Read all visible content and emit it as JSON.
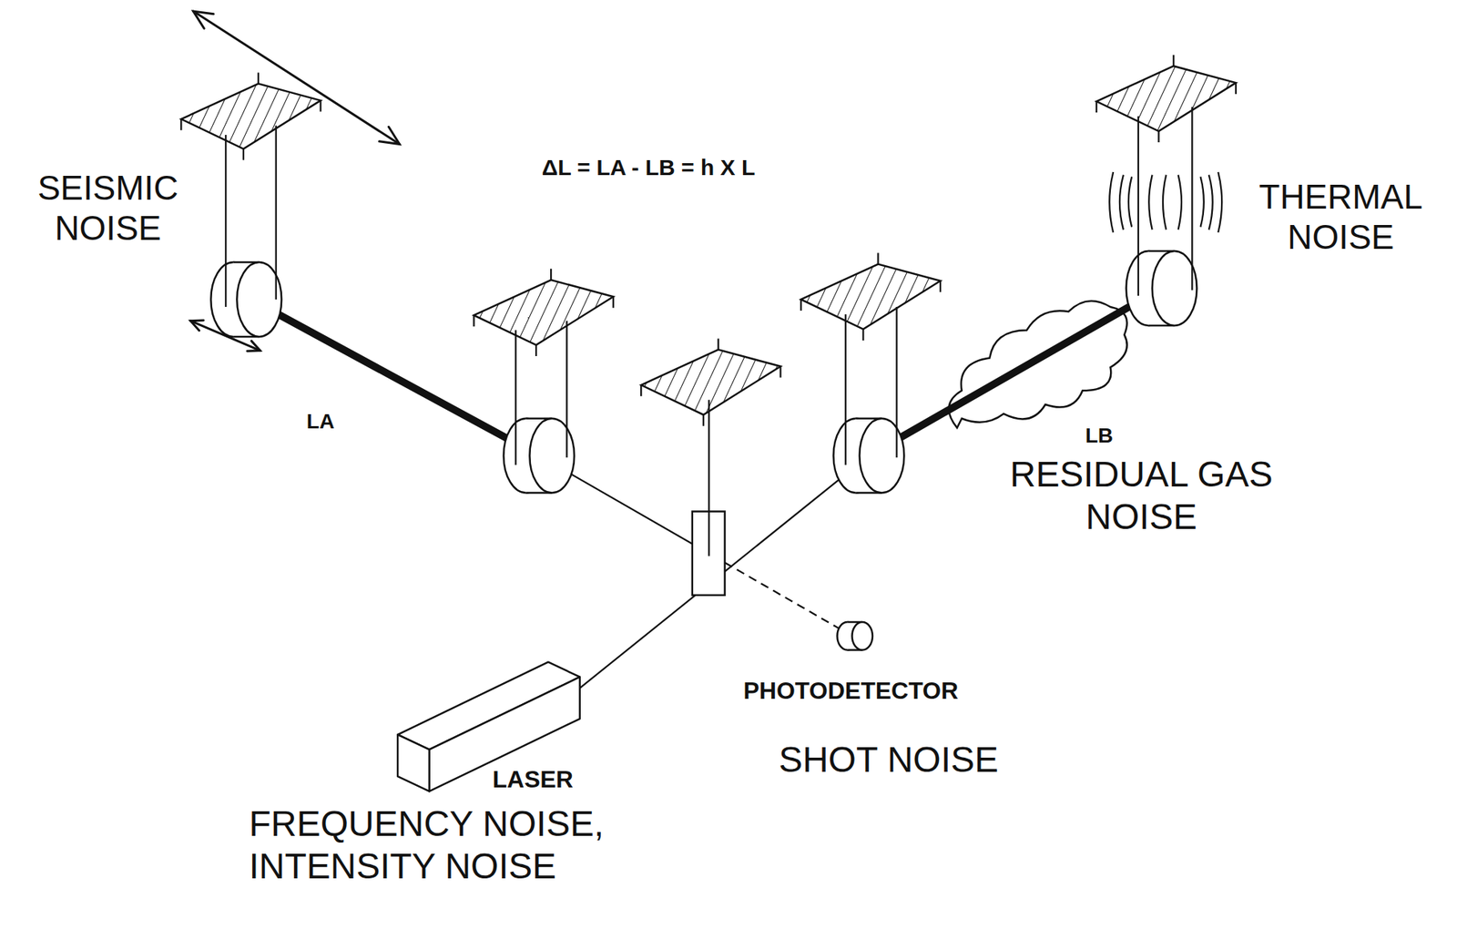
{
  "diagram": {
    "labels": [
      "SEISMIC NOISE",
      "ΔL = LA - LB = h X L",
      "THERMAL NOISE",
      "LA",
      "LB",
      "RESIDUAL GAS NOISE",
      "PHOTODETECTOR",
      "SHOT NOISE",
      "LASER",
      "FREQUENCY NOISE, INTENSITY NOISE"
    ]
  }
}
